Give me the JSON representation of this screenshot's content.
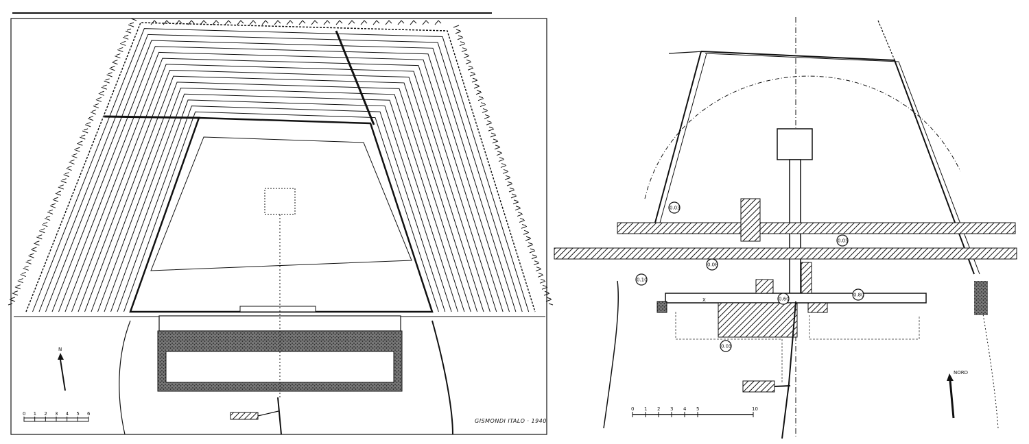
{
  "left_plan": {
    "signature": "GISMONDI ITALO · 1940",
    "north_label": "N",
    "scale_ticks": [
      "0",
      "1",
      "2",
      "3",
      "4",
      "5",
      "6"
    ]
  },
  "right_plan": {
    "north_label": "NORD",
    "scale_ticks": [
      "0",
      "1",
      "2",
      "3",
      "4",
      "5",
      "10"
    ],
    "cross_mark": "X",
    "elevations": [
      "0.03",
      "0.05",
      "0.08",
      "0.10",
      "0.60",
      "0.80"
    ]
  },
  "colors": {
    "ink": "#111111",
    "paper": "#ffffff",
    "gray": "#555555"
  }
}
